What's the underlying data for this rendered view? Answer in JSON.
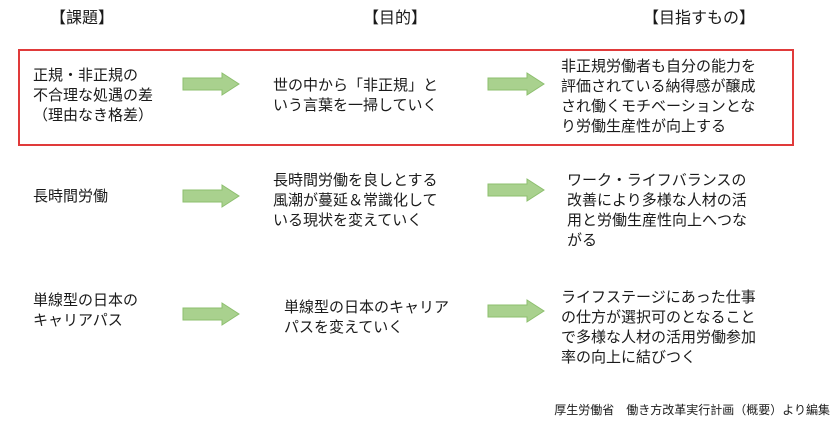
{
  "headers": {
    "issue": "【課題】",
    "purpose": "【目的】",
    "goal": "【目指すもの】"
  },
  "rows": [
    {
      "issue": [
        "正規・非正規の",
        "不合理な処遇の差",
        "（理由なき格差）"
      ],
      "purpose": [
        "世の中から「非正規」と",
        "いう言葉を一掃していく"
      ],
      "goal": [
        "非正規労働者も自分の能力を",
        "評価されている納得感が醸成",
        "され働くモチベーションとな",
        "り労働生産性が向上する"
      ],
      "highlighted": true
    },
    {
      "issue": [
        "長時間労働"
      ],
      "purpose": [
        "長時間労働を良しとする",
        "風潮が蔓延＆常識化して",
        "いる現状を変えていく"
      ],
      "goal": [
        "ワーク・ライフバランスの",
        "改善により多様な人材の活",
        "用と労働生産性向上へつな",
        "がる"
      ],
      "highlighted": false
    },
    {
      "issue": [
        "単線型の日本の",
        "キャリアパス"
      ],
      "purpose": [
        "単線型の日本のキャリア",
        "パスを変えていく"
      ],
      "goal": [
        "ライフステージにあった仕事",
        "の仕方が選択可のとなること",
        "で多様な人材の活用労働参加",
        "率の向上に結びつく"
      ],
      "highlighted": false
    }
  ],
  "source": "厚生労働省　働き方改革実行計画（概要）より編集",
  "colors": {
    "arrow_fill": "#a9d18e",
    "arrow_stroke": "#8dbf6e",
    "highlight_border": "#e03a3a",
    "text": "#1a1a1a"
  },
  "icons": {
    "arrow": "arrow-right-icon"
  }
}
